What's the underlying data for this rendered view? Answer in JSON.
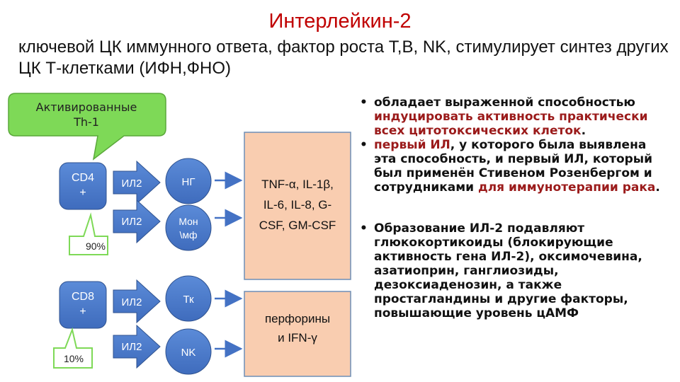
{
  "title": "Интерлейкин-2",
  "subtitle": "ключевой ЦК иммунного ответа, фактор роста Т,В, NK, стимулирует синтез других ЦК  Т-клетками (ИФН,ФНО)",
  "callout_top": "Активированные Th-1",
  "cells": {
    "cd4": "CD4 +",
    "cd8": "CD8 +"
  },
  "percents": {
    "cd4": "90%",
    "cd8": "10%"
  },
  "arrows": [
    "ИЛ2",
    "ИЛ2",
    "ИЛ2",
    "ИЛ2"
  ],
  "circles": [
    "НГ",
    "Мон \\мф",
    "Тк",
    "NK"
  ],
  "box_top": "TNF-α, IL-1β, IL-6, IL-8, G-CSF, GM-CSF",
  "box_bottom": "перфорины и IFN-γ",
  "bullets": {
    "b1_part1": "обладает выраженной способностью ",
    "b1_part2": "индуцировать активность практически всех цитотоксических клеток",
    "b1_part3": ".",
    "b2_part1": "первый ИЛ",
    "b2_part2": ", у которого была выявлена эта способность, и первый ИЛ, который был применён Стивеном Розенбергом и сотрудниками ",
    "b2_part3": "для иммунотерапии рака",
    "b2_part4": ".",
    "b3": "Образование ИЛ-2 подавляют глюкокортикоиды (блокирующие активность гена ИЛ-2), оксимочевина, азатиоприн, ганглиозиды, дезоксиаденозин, а также простагландины и другие факторы, повышающие уровень цАМФ"
  },
  "colors": {
    "title": "#c00000",
    "blue_fill": "#4472c4",
    "blue_stroke": "#2f528f",
    "callout_green": "#7ed957",
    "box_peach": "#f9cdb0",
    "accent_red": "#9b1b1b"
  }
}
